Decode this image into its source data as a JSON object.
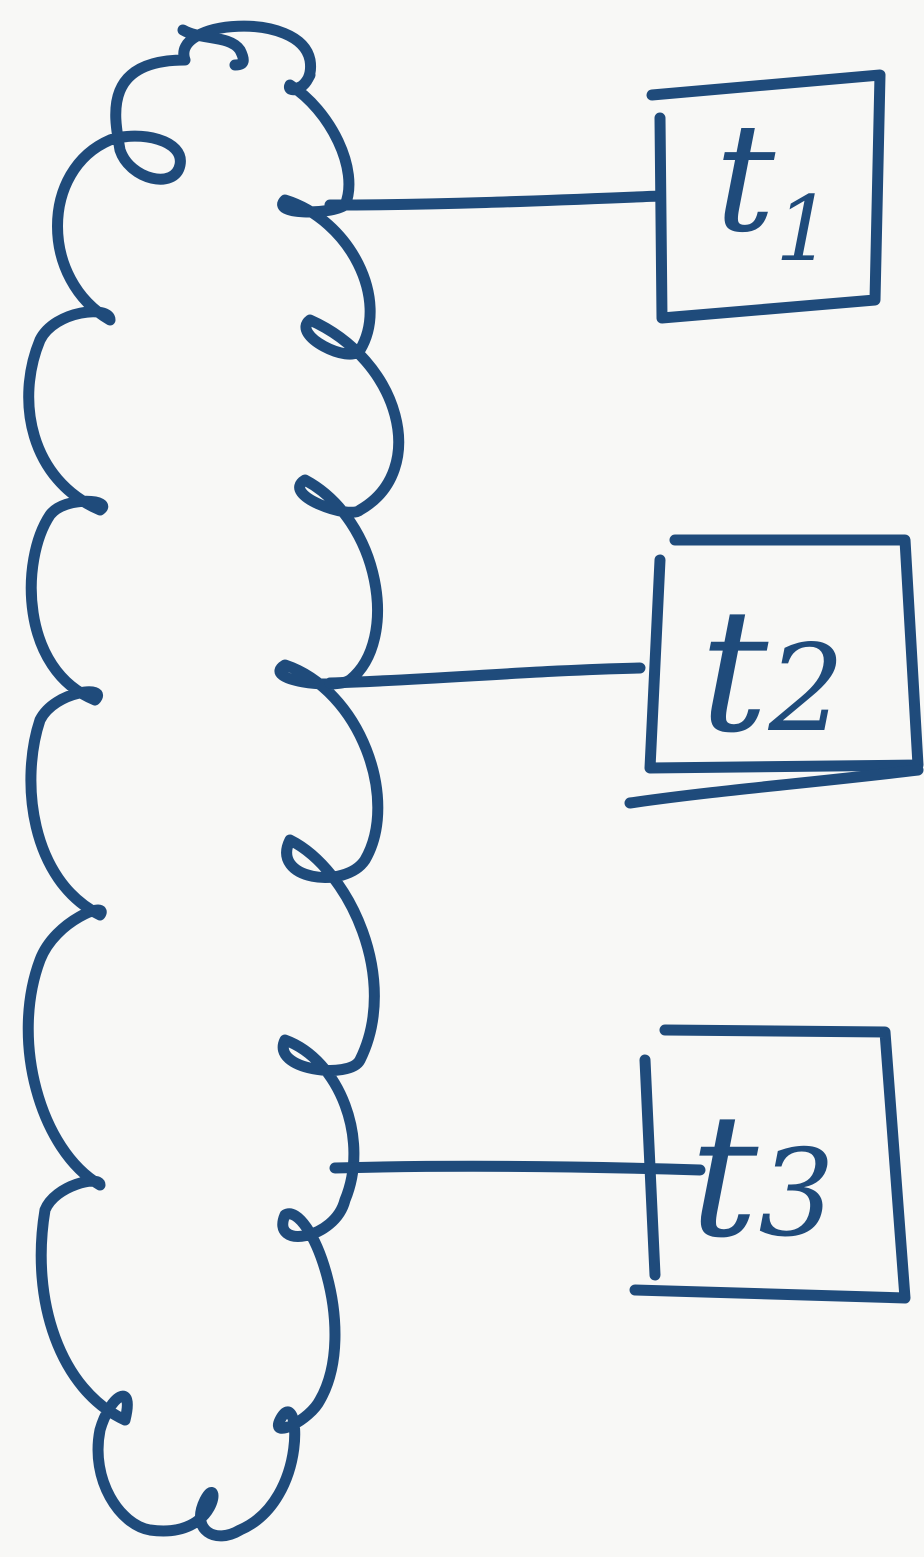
{
  "boxes": [
    {
      "label": "t",
      "subscript": "1"
    },
    {
      "label": "t",
      "subscript": "2"
    },
    {
      "label": "t",
      "subscript": "3"
    }
  ],
  "colors": {
    "ink": "#1f4b7b",
    "background": "#f8f8f6"
  }
}
